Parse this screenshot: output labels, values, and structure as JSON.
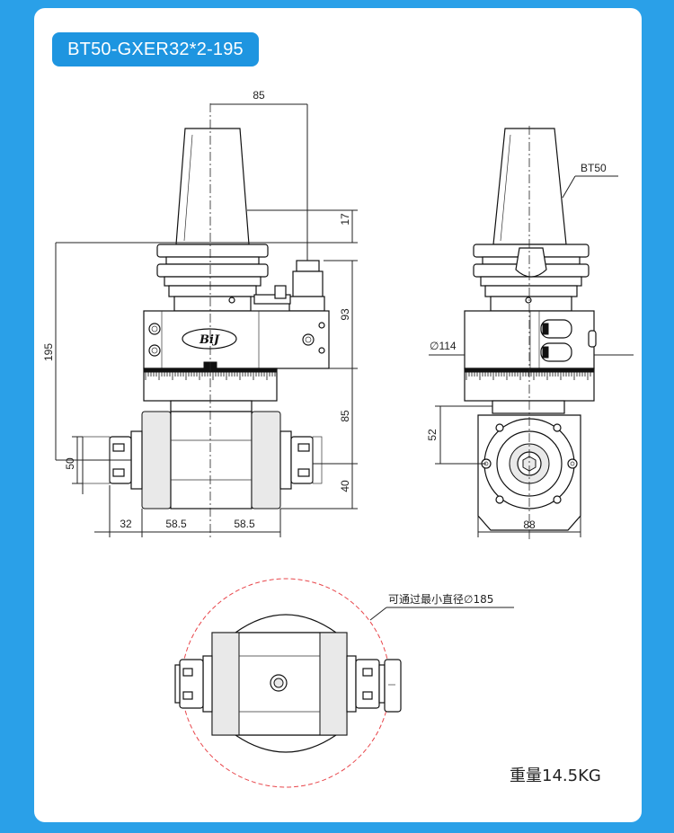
{
  "title": "BT50-GXER32*2-195",
  "labels": {
    "bt50": "BT50",
    "diameter_114": "∅114",
    "min_diameter": "可通过最小直径∅185",
    "weight": "重量14.5KG",
    "brand_logo": "BiJ"
  },
  "dimensions": {
    "d85_top": "85",
    "d17": "17",
    "d195": "195",
    "d93": "93",
    "d85_right": "85",
    "d50": "50",
    "d40": "40",
    "d32": "32",
    "d58_5_left": "58.5",
    "d58_5_right": "58.5",
    "d52": "52",
    "d88": "88"
  },
  "colors": {
    "background": "#2aa0e8",
    "title_tab": "#1e95e0",
    "clearance_circle": "#e8454a"
  }
}
